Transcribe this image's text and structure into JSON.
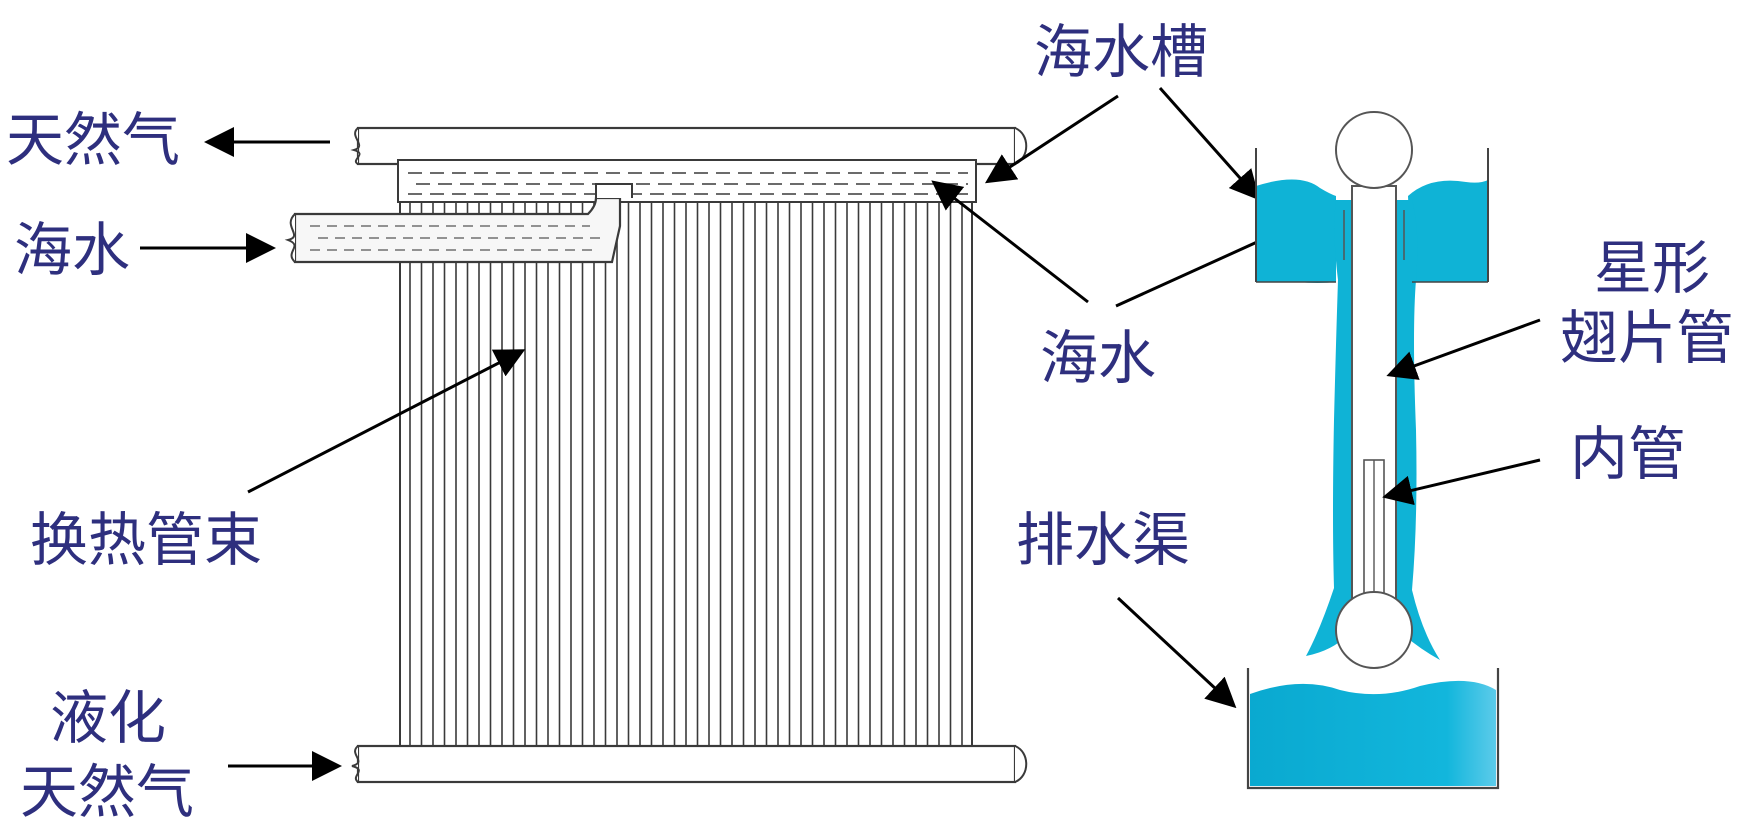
{
  "labels": {
    "natural_gas": "天然气",
    "seawater_left": "海水",
    "tube_bundle": "换热管束",
    "lng_line1": "液化",
    "lng_line2": "天然气",
    "seawater_trough": "海水槽",
    "seawater_mid": "海水",
    "star_fin_line1": "星形",
    "star_fin_line2": "翅片管",
    "inner_tube": "内管",
    "drain": "排水渠"
  },
  "colors": {
    "label_text": "#2e2f7e",
    "water": "#0fb3d6",
    "outline": "#3a3a3a",
    "arrow": "#000000"
  },
  "icons": [
    "arrow-icon"
  ]
}
